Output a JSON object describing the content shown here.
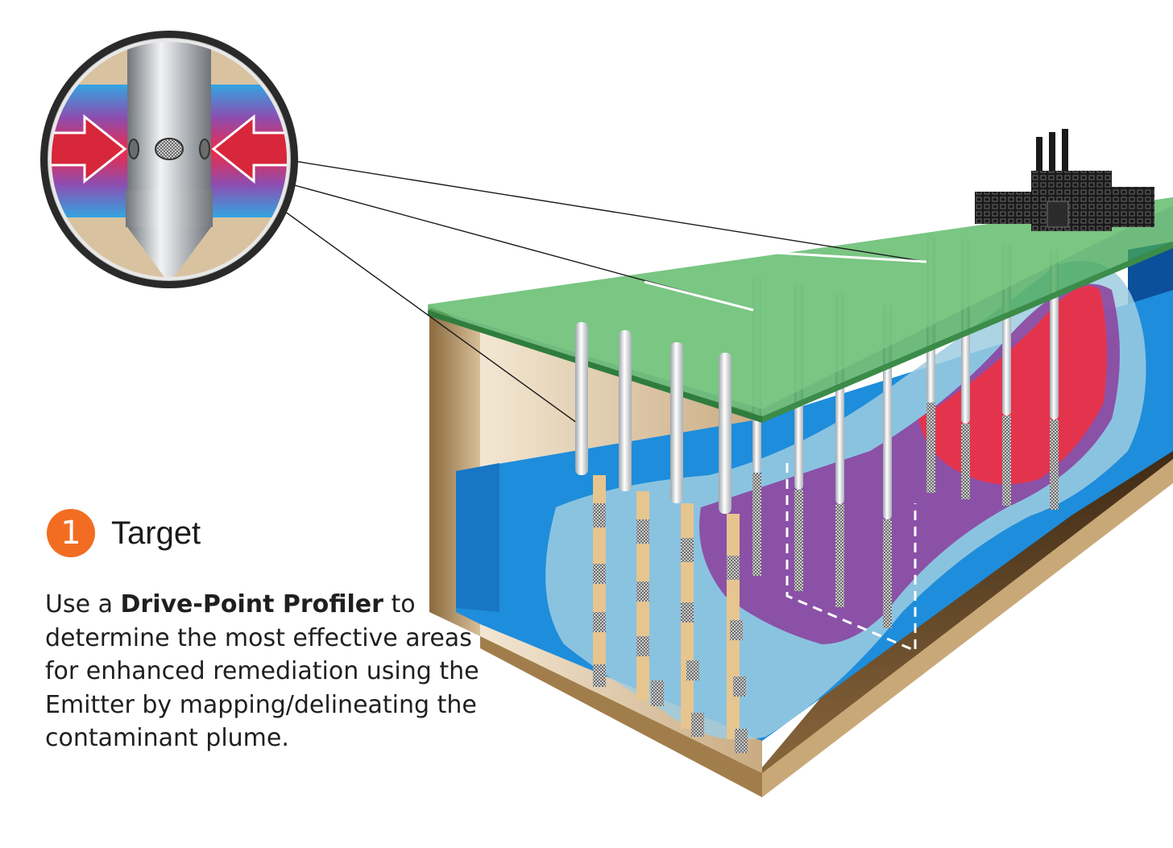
{
  "step": {
    "number": "1",
    "title": "Target",
    "badge_color": "#f26d21"
  },
  "description": {
    "prefix": "Use a ",
    "emphasis": "Drive-Point Profiler",
    "suffix": " to determine the most effective areas for enhanced remediation using the Emitter by mapping/delineating the contaminant plume."
  },
  "colors": {
    "ground_surface": "#5fb36b",
    "soil": "#d9c09e",
    "aquifer": "#1f86d6",
    "plume_outer": "#8ec7dc",
    "plume_mid": "#8a3a9c",
    "plume_core": "#e8344c",
    "factory": "#1a1a1a"
  },
  "icons": [
    "factory-icon",
    "arrow-right-icon",
    "arrow-left-icon"
  ]
}
